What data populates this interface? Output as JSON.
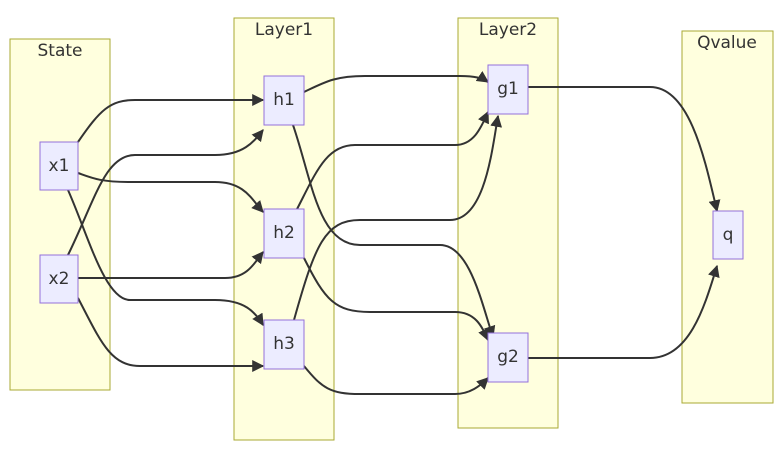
{
  "clusters": {
    "state": {
      "label": "State"
    },
    "layer1": {
      "label": "Layer1"
    },
    "layer2": {
      "label": "Layer2"
    },
    "qvalue": {
      "label": "Qvalue"
    }
  },
  "nodes": {
    "x1": {
      "label": "x1"
    },
    "x2": {
      "label": "x2"
    },
    "h1": {
      "label": "h1"
    },
    "h2": {
      "label": "h2"
    },
    "h3": {
      "label": "h3"
    },
    "g1": {
      "label": "g1"
    },
    "g2": {
      "label": "g2"
    },
    "q": {
      "label": "q"
    }
  },
  "edges": [
    {
      "from": "x1",
      "to": "h1"
    },
    {
      "from": "x1",
      "to": "h2"
    },
    {
      "from": "x1",
      "to": "h3"
    },
    {
      "from": "x2",
      "to": "h1"
    },
    {
      "from": "x2",
      "to": "h2"
    },
    {
      "from": "x2",
      "to": "h3"
    },
    {
      "from": "h1",
      "to": "g1"
    },
    {
      "from": "h1",
      "to": "g2"
    },
    {
      "from": "h2",
      "to": "g1"
    },
    {
      "from": "h2",
      "to": "g2"
    },
    {
      "from": "h3",
      "to": "g1"
    },
    {
      "from": "h3",
      "to": "g2"
    },
    {
      "from": "g1",
      "to": "q"
    },
    {
      "from": "g2",
      "to": "q"
    }
  ],
  "colors": {
    "cluster_fill": "#ffffde",
    "cluster_stroke": "#aaaa33",
    "node_fill": "#ececff",
    "node_stroke": "#9370db",
    "edge": "#333333",
    "text": "#333333"
  }
}
